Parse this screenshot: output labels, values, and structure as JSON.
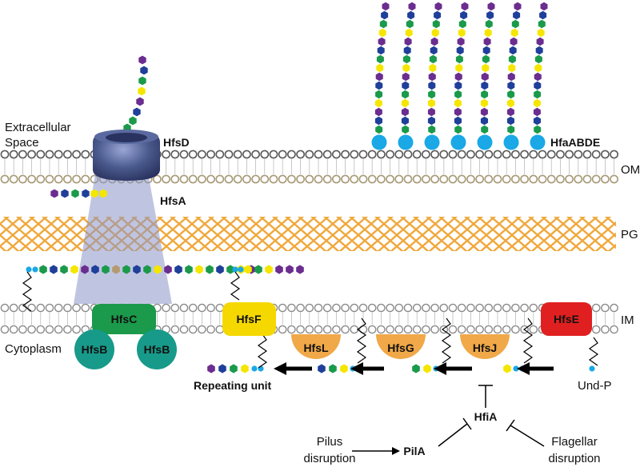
{
  "colors": {
    "purple": "#6b2d8f",
    "blue": "#1f3f9a",
    "green": "#1a9a4a",
    "yellow": "#f5e600",
    "cyan": "#1aa8e6",
    "tan": "#b49a6e",
    "om_lipid": "#5a5a5a",
    "om_inner": "#a89a78",
    "im_lipid": "#8a8a8a",
    "peptidoglycan": "#f0a83c",
    "hfsD": "#4a5a8c",
    "hfsC": "#1a9a4a",
    "hfsB": "#189a8a",
    "hfsF": "#f5d800",
    "hfsE": "#e02020",
    "enzymes": "#f0a848",
    "funnel": "#8a96c8"
  },
  "compartments": {
    "extracellular_line1": "Extracellular",
    "extracellular_line2": "Space",
    "cytoplasm": "Cytoplasm"
  },
  "membranes": {
    "om": "OM",
    "pg": "PG",
    "im": "IM"
  },
  "proteins": {
    "hfsD": "HfsD",
    "hfsA": "HfsA",
    "hfsC": "HfsC",
    "hfsB_left": "HfsB",
    "hfsB_right": "HfsB",
    "hfsF": "HfsF",
    "hfsL": "HfsL",
    "hfsG": "HfsG",
    "hfsJ": "HfsJ",
    "hfsE": "HfsE",
    "hfaABDE": "HfaABDE"
  },
  "regulation": {
    "repeating_unit": "Repeating unit",
    "und_p": "Und-P",
    "hfiA": "HfiA",
    "pilA": "PilA",
    "pilus_line1": "Pilus",
    "pilus_line2": "disruption",
    "flagellar_line1": "Flagellar",
    "flagellar_line2": "disruption"
  }
}
